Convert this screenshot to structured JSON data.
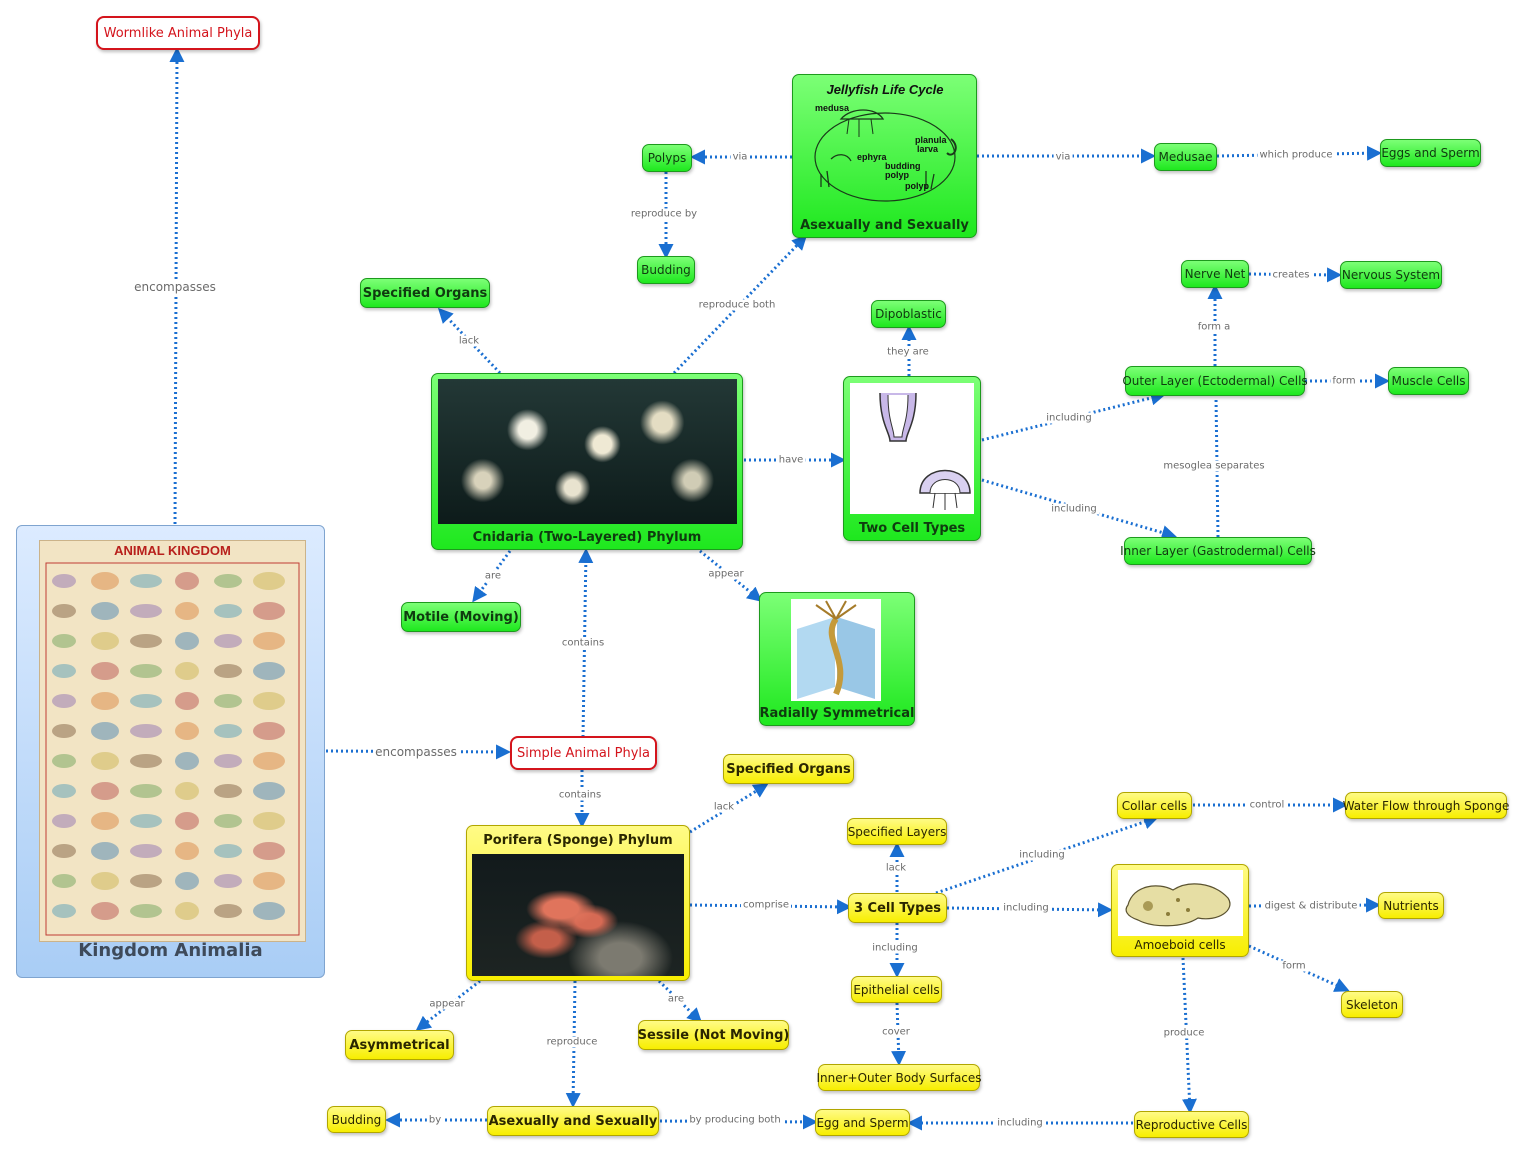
{
  "colors": {
    "green": "#2ee82e",
    "yellow": "#f7ee00",
    "red_outline": "#d4141c",
    "edge": "#1a6fd1",
    "central_blue": "#b5d4f7"
  },
  "nodes": {
    "wormlike": "Wormlike Animal Phyla",
    "simple": "Simple Animal Phyla",
    "kingdom": "Kingdom Animalia",
    "poster_title": "ANIMAL KINGDOM",
    "cnidaria": "Cnidaria (Two-Layered) Phylum",
    "specified_organs_top": "Specified Organs",
    "motile": "Motile (Moving)",
    "radially": "Radially Symmetrical",
    "two_cell": "Two Cell Types",
    "dipoblastic": "Dipoblastic",
    "outer_layer": "Outer Layer (Ectodermal) Cells",
    "inner_layer": "Inner Layer (Gastrodermal) Cells",
    "nerve_net": "Nerve Net",
    "nervous_system": "Nervous System",
    "muscle_cells": "Muscle Cells",
    "asex_top": "Asexually and Sexually",
    "life_cycle_title": "Jellyfish Life Cycle",
    "life_cycle_labels": [
      "medusa",
      "planula",
      "larva",
      "ephyra",
      "budding",
      "polyp",
      "polyp"
    ],
    "polyps": "Polyps",
    "budding_top": "Budding",
    "medusae": "Medusae",
    "eggs_sperm_top": "Eggs and Sperm",
    "porifera": "Porifera (Sponge) Phylum",
    "specified_organs_bottom": "Specified Organs",
    "asymmetrical": "Asymmetrical",
    "sessile": "Sessile (Not Moving)",
    "asex_bottom": "Asexually and Sexually",
    "budding_bottom": "Budding",
    "egg_sperm_bottom": "Egg and Sperm",
    "three_cell": "3 Cell Types",
    "specified_layers": "Specified Layers",
    "epithelial": "Epithelial cells",
    "inner_outer": "Inner+Outer Body Surfaces",
    "collar": "Collar cells",
    "water_flow": "Water Flow through Sponge",
    "amoeboid": "Amoeboid cells",
    "nutrients": "Nutrients",
    "skeleton": "Skeleton",
    "reproductive": "Reproductive Cells"
  },
  "edge_labels": {
    "encompasses_up": "encompasses",
    "encompasses_right": "encompasses",
    "contains_up": "contains",
    "contains_down": "contains",
    "lack_top": "lack",
    "are_top": "are",
    "appear_top": "appear",
    "have": "have",
    "reproduce_both": "reproduce both",
    "via_left": "via",
    "via_right": "via",
    "reproduce_by": "reproduce by",
    "which_produce": "which produce",
    "they_are": "they are",
    "including_outer": "including",
    "including_inner": "including",
    "form_a": "form a",
    "creates": "creates",
    "form_muscle": "form",
    "mesoglea": "mesoglea separates",
    "lack_bottom": "lack",
    "appear_bottom": "appear",
    "are_bottom": "are",
    "reproduce": "reproduce",
    "by": "by",
    "by_producing_both": "by producing both",
    "comprise": "comprise",
    "lack_layers": "lack",
    "including_epi": "including",
    "cover": "cover",
    "including_collar": "including",
    "control": "control",
    "including_amoeboid": "including",
    "digest": "digest & distribute",
    "form_skeleton": "form",
    "produce": "produce",
    "including_repro": "including"
  }
}
